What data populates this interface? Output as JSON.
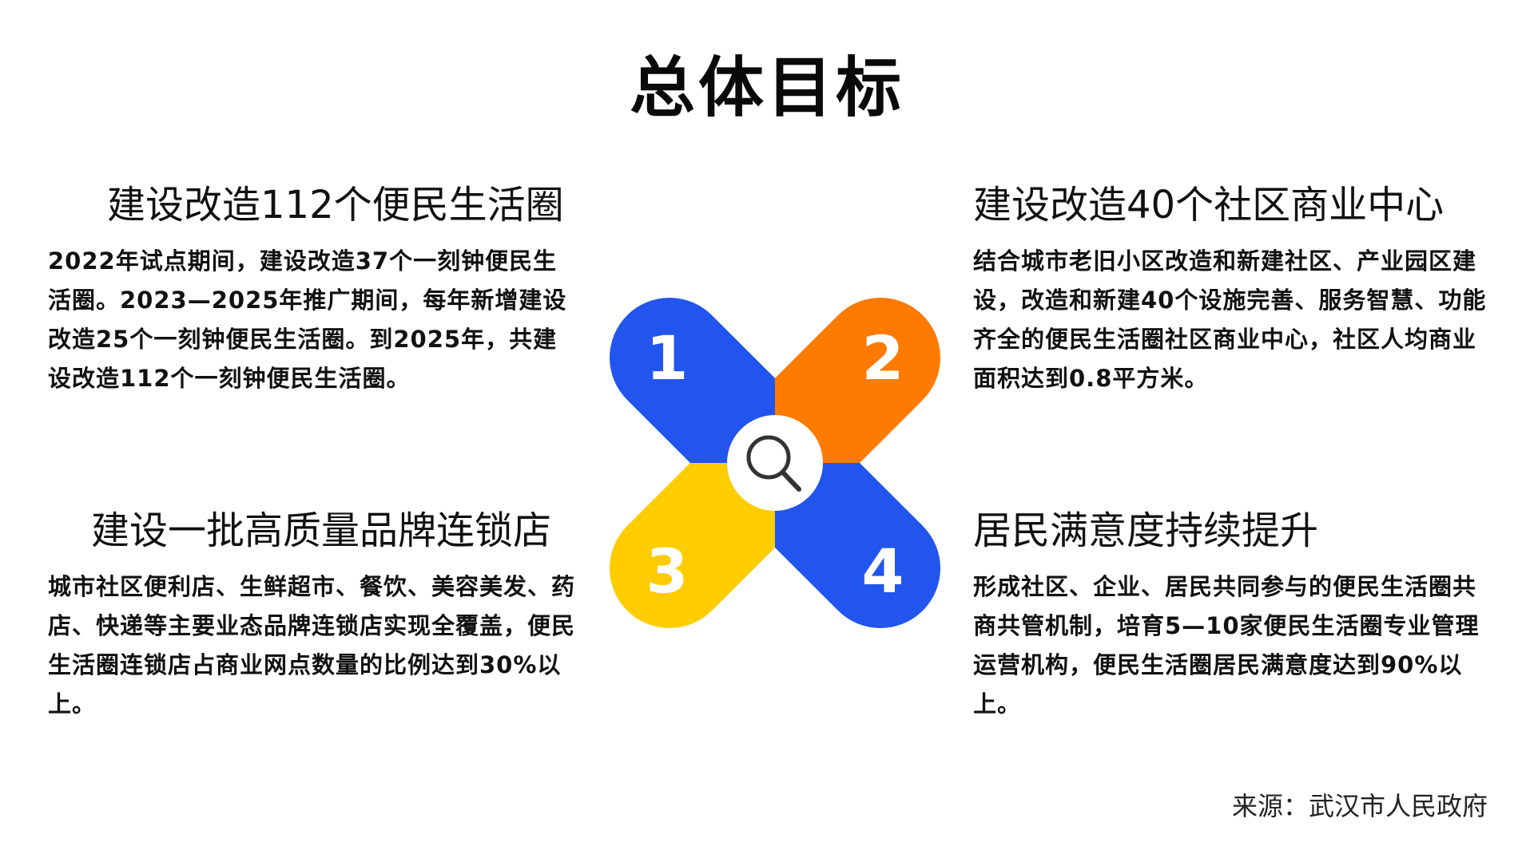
{
  "title": "总体目标",
  "colors": {
    "blue": "#2255EE",
    "orange": "#FF7A00",
    "yellow": "#FFCC00",
    "center": "#FFFFFF",
    "number": "#FFFFFF"
  },
  "goals": [
    {
      "number": "1",
      "heading": "建设改造112个便民生活圈",
      "body": "2022年试点期间，建设改造37个一刻钟便民生活圈。2023—2025年推广期间，每年新增建设改造25个一刻钟便民生活圈。到2025年，共建设改造112个一刻钟便民生活圈。",
      "color": "blue"
    },
    {
      "number": "2",
      "heading": "建设改造40个社区商业中心",
      "body": "结合城市老旧小区改造和新建社区、产业园区建设，改造和新建40个设施完善、服务智慧、功能齐全的便民生活圈社区商业中心，社区人均商业面积达到0.8平方米。",
      "color": "orange"
    },
    {
      "number": "3",
      "heading": "建设一批高质量品牌连锁店",
      "body": "城市社区便利店、生鲜超市、餐饮、美容美发、药店、快递等主要业态品牌连锁店实现全覆盖，便民生活圈连锁店占商业网点数量的比例达到30%以上。",
      "color": "yellow"
    },
    {
      "number": "4",
      "heading": "居民满意度持续提升",
      "body": "形成社区、企业、居民共同参与的便民生活圈共商共管机制，培育5—10家便民生活圈专业管理运营机构，便民生活圈居民满意度达到90%以上。",
      "color": "blue"
    }
  ],
  "center_icon": "search-icon",
  "source": "来源：武汉市人民政府"
}
